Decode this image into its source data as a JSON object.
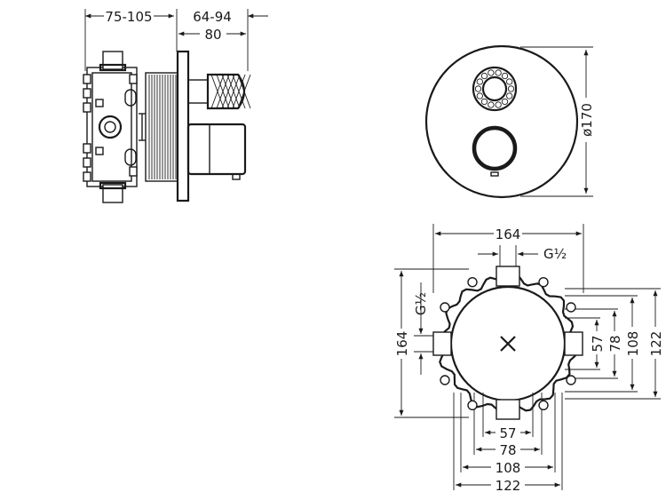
{
  "side_view": {
    "dim_total": "75-105",
    "dim_front": "64-94",
    "dim_cover": "80"
  },
  "front_view": {
    "dim_diameter": "ø170"
  },
  "box_view": {
    "dim_width": "164",
    "dim_thread_top": "G½",
    "dim_height": "164",
    "dim_thread_left": "G½",
    "dim_right": [
      "57",
      "78",
      "108",
      "122"
    ],
    "dim_bottom": [
      "57",
      "78",
      "108",
      "122"
    ]
  },
  "colors": {
    "line": "#1a1a1a",
    "background": "#ffffff"
  }
}
